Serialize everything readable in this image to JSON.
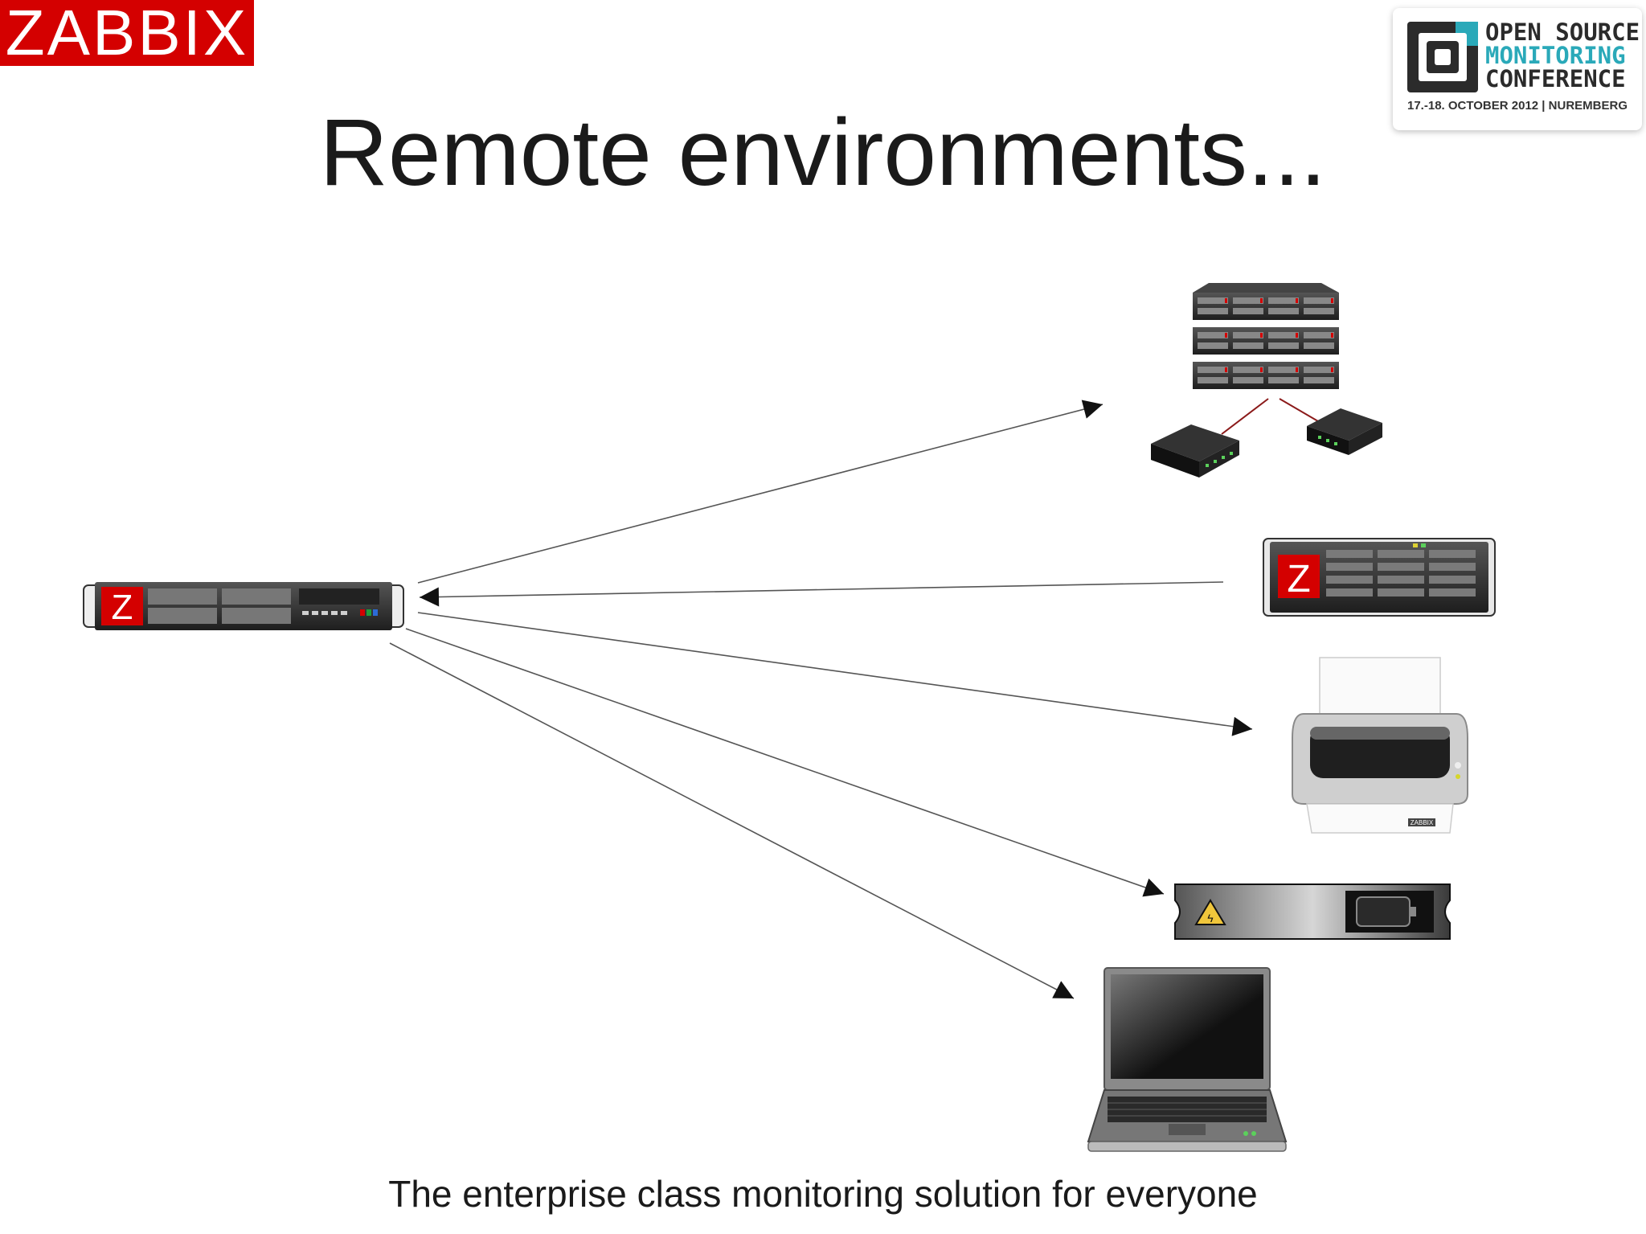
{
  "brand": {
    "logo_text": "ZABBIX"
  },
  "conference": {
    "line1": "OPEN SOURCE",
    "line2": "MONITORING",
    "line3": "CONFERENCE",
    "footer": "17.-18. OCTOBER 2012 | NUREMBERG",
    "colors": {
      "dark": "#2b2b2b",
      "accent": "#2aa9b9"
    }
  },
  "slide": {
    "title": "Remote environments...",
    "footer": "The enterprise class monitoring solution for everyone"
  },
  "diagram": {
    "central_node": {
      "icon": "zabbix-server-icon",
      "label_letter": "Z"
    },
    "nodes": [
      {
        "icon": "server-rack-cluster-icon"
      },
      {
        "icon": "zabbix-proxy-server-icon",
        "label_letter": "Z"
      },
      {
        "icon": "printer-icon",
        "label_text": "ZABBIX"
      },
      {
        "icon": "ups-power-unit-icon"
      },
      {
        "icon": "laptop-icon"
      }
    ],
    "colors": {
      "red": "#d40000",
      "metal": "#3a3a3a",
      "line": "#555555"
    }
  }
}
